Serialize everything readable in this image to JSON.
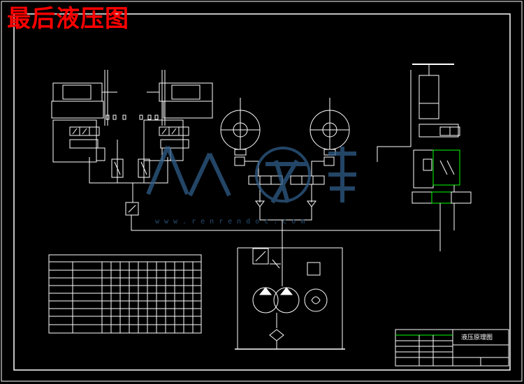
{
  "title": "最后液压图",
  "watermark": "www.renrendoc.com",
  "title_block": {
    "drawing_title": "液压原理图"
  },
  "colors": {
    "background": "#000000",
    "line": "#ffffff",
    "title": "#ff0000",
    "accent": "#00ff00",
    "watermark": "#2f5d88"
  },
  "icons": [
    "motor-icon",
    "pump-icon",
    "cylinder-icon",
    "valve-icon",
    "filter-icon",
    "tank-icon",
    "watermark-logo-icon"
  ]
}
